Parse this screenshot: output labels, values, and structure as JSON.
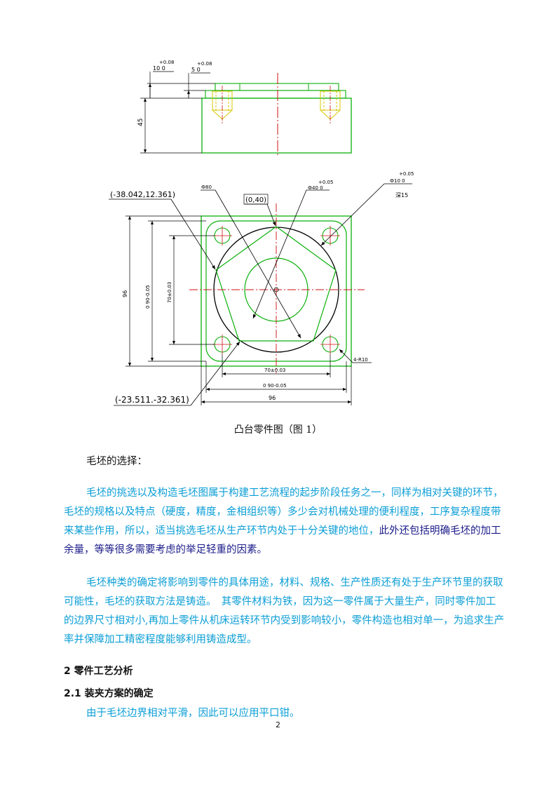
{
  "drawing": {
    "side_dims": {
      "tol_a": "+0.08",
      "base_a": "10 0",
      "tol_b": "+0.08",
      "base_b": "5 0",
      "height": "45"
    },
    "top_labels": {
      "pt1": "(-38.042,12.361)",
      "phi80": "Ф80",
      "pt_top": "(0,40)",
      "phi40_tol": "+0.05",
      "phi40": "Ф40 0",
      "phi10_tol": "+0.05",
      "phi10": "Ф10 0",
      "depth": "深15",
      "pt2": "(-23.511.-32.361)",
      "r10": "4-R10"
    },
    "dims": {
      "h96": "96",
      "h90": "0 90-0.05",
      "h70": "70±0.03",
      "w70": "70±0.03",
      "w90": "0 90-0.05",
      "w96": "96"
    }
  },
  "caption": "凸台零件图（图 1）",
  "section_blank": {
    "heading": "毛坯的选择：",
    "p1_blue": "毛坯的挑选以及构造毛坯图属于构建工艺流程的起步阶段任务之一，同样为相对关键的环节，毛坯的规格以及特点（硬度，精度，金相组织等）多少会对机械处理的便利程度，工序复杂程度带来某些作用，所以，适当挑选毛坯从生产环节内处于十分关键的地位，",
    "p1_navy": "此外还包括明确毛坯的加工余量，等等很多需要考虑的举足轻重的因素。",
    "p2_blue": "毛坯种类的确定将影响到零件的具体用途，材料、规格、生产性质还有处于生产环节里的获取可能性，毛坯的获取方法是铸造。　其零件材料为铁，因为这一零件属于大量生产，同时零件加工的边界尺寸相对小,再加上零件从机床运转环节内受到影响较小，零件构造也相对单一，为追求生产率并保障加工精密程度能够利用铸造成型。"
  },
  "section2": {
    "heading": "2  零件工艺分析",
    "sub_heading": "2.1  装夹方案的确定",
    "p1": "由于毛坯边界相对平滑，因此可以应用平口钳。"
  },
  "page_number": "2"
}
